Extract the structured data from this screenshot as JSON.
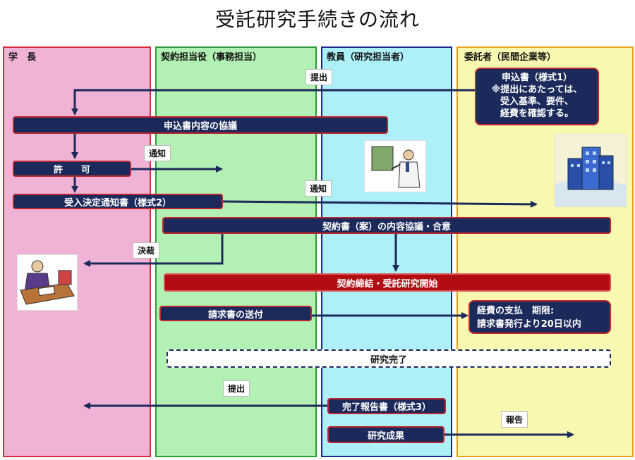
{
  "title": "受託研究手続きの流れ",
  "lanes": {
    "president": "学　長",
    "contract": "契約担当役（事務担当）",
    "faculty": "教員（研究担当者）",
    "client": "委託者（民間企業等）"
  },
  "client_box": {
    "line1": "申込書（様式1）",
    "line2": "※提出にあたっては、",
    "line3": "受入基準、要件、",
    "line4": "経費を確認する。"
  },
  "steps": {
    "consult": "申込書内容の協議",
    "permit": "許　　可",
    "decision_notice": "受入決定通知書（様式2）",
    "contract_consult": "契約書（案）の内容協議・合意",
    "contract_start": "契約締結・受託研究開始",
    "invoice_send": "請求書の送付",
    "research_done": "研究完了",
    "report_doc": "完了報告書（様式3）",
    "results": "研究成果"
  },
  "payment_box": {
    "line1": "経費の支払　期限:",
    "line2": "請求書発行より20日以内"
  },
  "tags": {
    "submit_top": "提出",
    "notice1": "通知",
    "notice2": "通知",
    "approval": "決裁",
    "submit_bottom": "提出",
    "report": "報告"
  },
  "colors": {
    "navy": "#1b2a5a",
    "red": "#b10d12",
    "lane_president": "#f0b3d6",
    "lane_contract": "#b3f0b3",
    "lane_faculty": "#aef0f8",
    "lane_client": "#f8f8b0"
  }
}
